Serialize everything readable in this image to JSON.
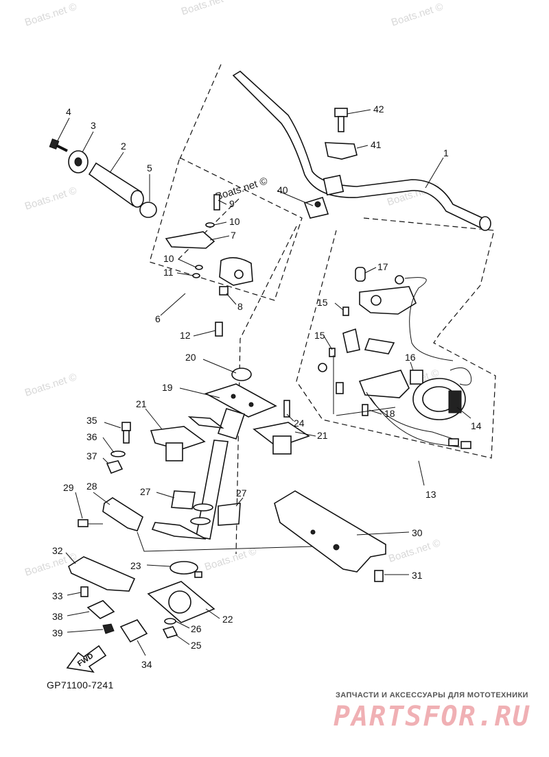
{
  "diagram": {
    "code": "GP71100-7241",
    "fwd_label": "FWD",
    "watermark": "Boats.net ©",
    "brand_tagline": "ЗАПЧАСТИ И АКСЕССУАРЫ ДЛЯ МОТОТЕХНИКИ",
    "brand_logo": "PARTSFOR.RU",
    "callouts": [
      "1",
      "2",
      "3",
      "4",
      "5",
      "6",
      "7",
      "8",
      "9",
      "10",
      "10",
      "11",
      "12",
      "13",
      "14",
      "15",
      "15",
      "16",
      "17",
      "18",
      "19",
      "20",
      "21",
      "21",
      "22",
      "23",
      "24",
      "25",
      "26",
      "27",
      "27",
      "28",
      "29",
      "30",
      "31",
      "32",
      "33",
      "34",
      "35",
      "36",
      "37",
      "38",
      "39",
      "40",
      "41",
      "42"
    ]
  }
}
